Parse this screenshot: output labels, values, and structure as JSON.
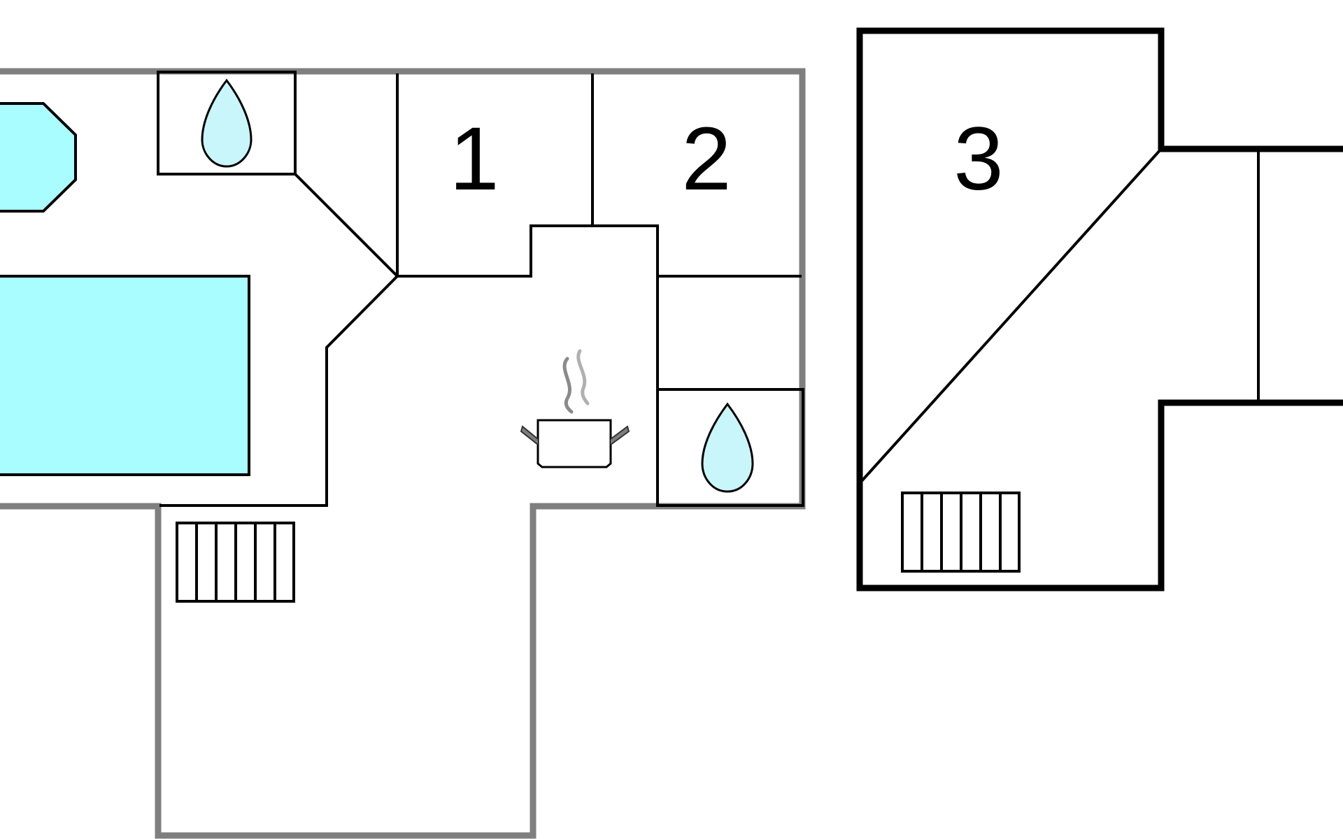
{
  "rooms": {
    "room_1": "1",
    "room_2": "2",
    "room_3": "3"
  },
  "icons": {
    "bathroom": "water-drop-icon",
    "kitchen": "cooking-pot-icon",
    "stairs": "stairs-icon",
    "water": "pool-icon"
  },
  "colors": {
    "water_fill": "#a9fdff",
    "drop_fill": "#c8f6fa",
    "outer_wall": "#7f7f7f",
    "inner_wall": "#000000",
    "background": "#ffffff"
  }
}
